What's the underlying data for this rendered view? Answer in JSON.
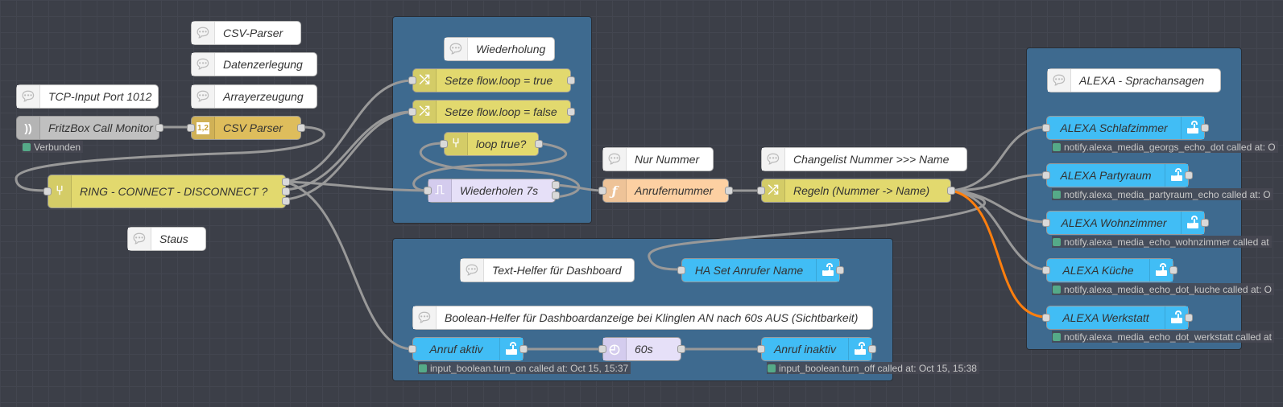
{
  "editor": "Node-RED flow canvas",
  "colors": {
    "canvas": "#3c3f48",
    "group": "#3e6a8f",
    "wire": "#999999",
    "wire_selected": "#ff7f0e",
    "status_ok": "#55aa88"
  },
  "comments": {
    "csv_parser": "CSV-Parser",
    "datenzerlegung": "Datenzerlegung",
    "arrayerzeugung": "Arrayerzeugung",
    "tcp_input": "TCP-Input Port 1012",
    "staus": "Staus",
    "wiederholung": "Wiederholung",
    "nur_nummer": "Nur Nummer",
    "changelist": "Changelist Nummer >>> Name",
    "text_helfer": "Text-Helfer für Dashboard",
    "boolean_helfer": "Boolean-Helfer für Dashboardanzeige bei Klinglen AN nach 60s AUS (Sichtbarkeit)",
    "alexa_header": "ALEXA - Sprachansagen"
  },
  "nodes": {
    "fritzbox": {
      "label": "FritzBox Call Monitor",
      "icon": "callmonitor-icon",
      "status": "Verbunden"
    },
    "csv": {
      "label": "CSV Parser",
      "icon_text": "1,2"
    },
    "switch_main": {
      "label": "RING - CONNECT - DISCONNECT ?"
    },
    "set_true": {
      "label": "Setze flow.loop = true"
    },
    "set_false": {
      "label": "Setze flow.loop = false"
    },
    "loop_true": {
      "label": "loop true?"
    },
    "wiederholen": {
      "label": "Wiederholen 7s"
    },
    "anrufernummer": {
      "label": "Anrufernummer",
      "icon_text": "ƒ"
    },
    "regeln": {
      "label": "Regeln (Nummer -> Name)"
    },
    "ha_set": {
      "label": "HA Set Anrufer Name"
    },
    "anruf_aktiv": {
      "label": "Anruf aktiv",
      "status": "input_boolean.turn_on called at: Oct 15, 15:37"
    },
    "delay": {
      "label": "60s"
    },
    "anruf_inaktiv": {
      "label": "Anruf inaktiv",
      "status": "input_boolean.turn_off called at: Oct 15, 15:38"
    },
    "alexa": [
      {
        "label": "ALEXA Schlafzimmer",
        "status": "notify.alexa_media_georgs_echo_dot called at: O"
      },
      {
        "label": "ALEXA Partyraum",
        "status": "notify.alexa_media_partyraum_echo called at: O"
      },
      {
        "label": "ALEXA Wohnzimmer",
        "status": "notify.alexa_media_echo_wohnzimmer called at"
      },
      {
        "label": "ALEXA Küche",
        "status": "notify.alexa_media_echo_dot_kuche called at: O"
      },
      {
        "label": "ALEXA Werkstatt",
        "status": "notify.alexa_media_echo_dot_werkstatt called at"
      }
    ]
  }
}
